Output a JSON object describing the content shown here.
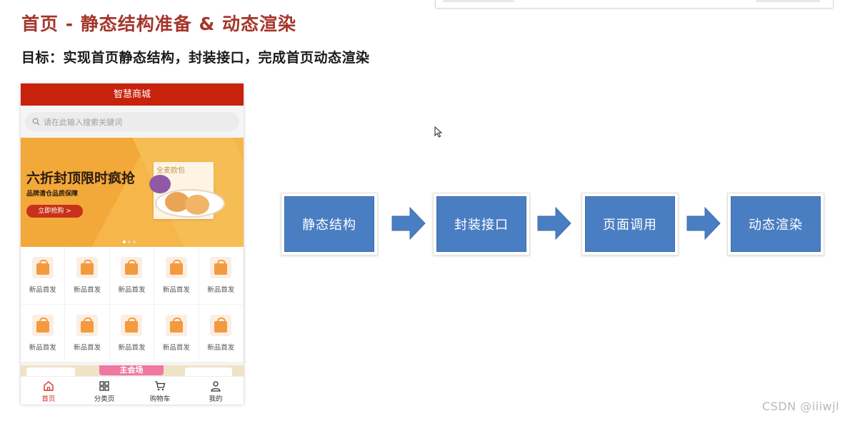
{
  "slide": {
    "title": "首页 - 静态结构准备 & 动态渲染",
    "subtitle": "目标：实现首页静态结构，封装接口，完成首页动态渲染"
  },
  "phone": {
    "header_title": "智慧商城",
    "search_placeholder": "请在此输入搜索关键词",
    "banner": {
      "headline": "六折封顶限时疯抢",
      "tagline": "品牌清仓品质保障",
      "button_label": "立即抢购 >",
      "product_label": "全麦欧包"
    },
    "grid_items": [
      {
        "label": "新品首发"
      },
      {
        "label": "新品首发"
      },
      {
        "label": "新品首发"
      },
      {
        "label": "新品首发"
      },
      {
        "label": "新品首发"
      },
      {
        "label": "新品首发"
      },
      {
        "label": "新品首发"
      },
      {
        "label": "新品首发"
      },
      {
        "label": "新品首发"
      },
      {
        "label": "新品首发"
      }
    ],
    "promo_label": "主会场",
    "tabs": [
      {
        "label": "首页",
        "icon": "home-icon",
        "active": true
      },
      {
        "label": "分类页",
        "icon": "category-icon",
        "active": false
      },
      {
        "label": "购物车",
        "icon": "cart-icon",
        "active": false
      },
      {
        "label": "我的",
        "icon": "user-icon",
        "active": false
      }
    ]
  },
  "flow": {
    "steps": [
      "静态结构",
      "封装接口",
      "页面调用",
      "动态渲染"
    ]
  },
  "watermark": "CSDN @iiiwjl",
  "colors": {
    "title": "#a5362b",
    "phone_header": "#c8220c",
    "banner": "#f6b64a",
    "flow_box": "#4a7ec2",
    "active_tab": "#d0331e"
  }
}
